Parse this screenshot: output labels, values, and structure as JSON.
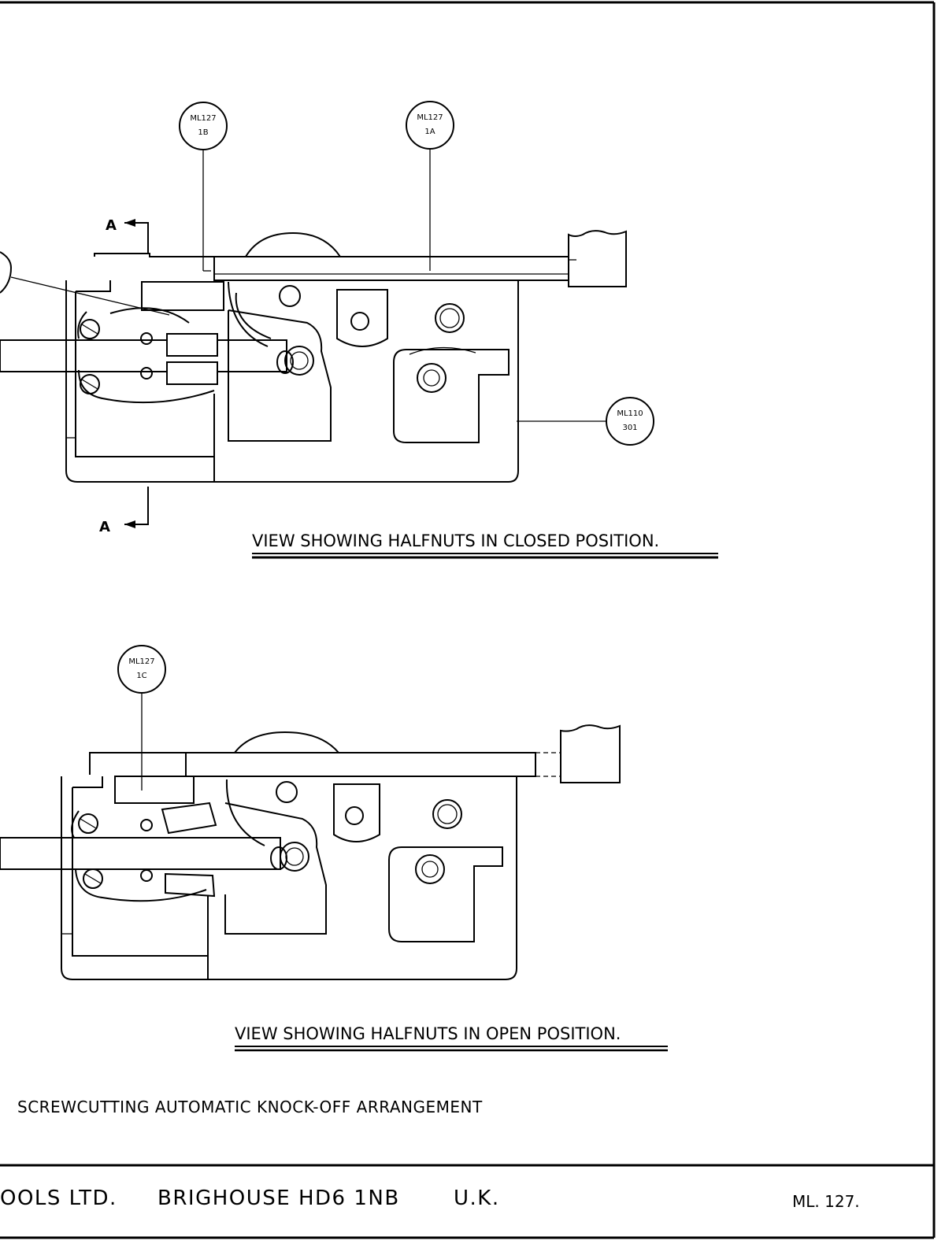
{
  "balloons": [
    {
      "line1": "ML127",
      "line2": "1B"
    },
    {
      "line1": "ML127",
      "line2": "1A"
    },
    {
      "line1": "ML110",
      "line2": "301"
    },
    {
      "line1": "ML127",
      "line2": "1C"
    }
  ],
  "section_marks": [
    "A",
    "A"
  ],
  "views": {
    "closed_title": "VIEW SHOWING HALFNUTS IN CLOSED POSITION.",
    "open_title": "VIEW SHOWING HALFNUTS IN OPEN POSITION."
  },
  "caption": "SCREWCUTTING AUTOMATIC KNOCK-OFF ARRANGEMENT",
  "title_block": {
    "company": "OOLS LTD.",
    "address": "BRIGHOUSE HD6 1NB",
    "country": "U.K.",
    "drawing_number": "ML. 127."
  }
}
